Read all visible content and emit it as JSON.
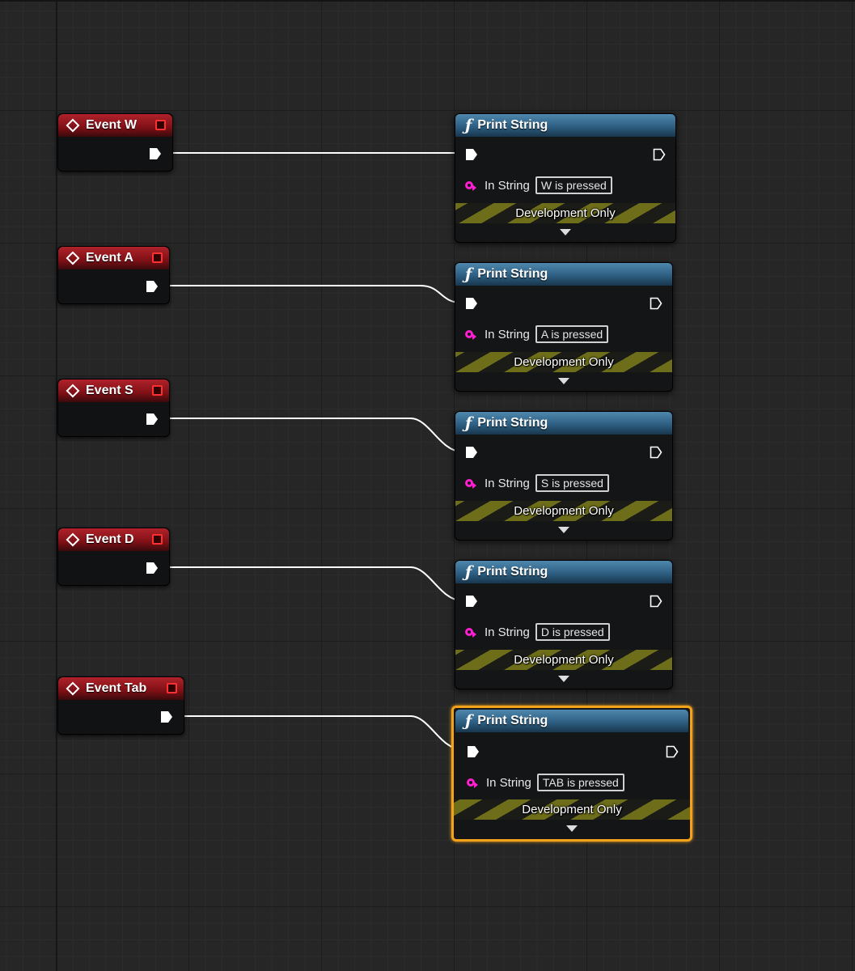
{
  "events": [
    {
      "title": "Event W"
    },
    {
      "title": "Event A"
    },
    {
      "title": "Event S"
    },
    {
      "title": "Event D"
    },
    {
      "title": "Event Tab"
    }
  ],
  "print_nodes": [
    {
      "title": "Print String",
      "param_label": "In String",
      "value": "W is pressed",
      "footer": "Development Only",
      "selected": false
    },
    {
      "title": "Print String",
      "param_label": "In String",
      "value": "A is pressed",
      "footer": "Development Only",
      "selected": false
    },
    {
      "title": "Print String",
      "param_label": "In String",
      "value": "S is pressed",
      "footer": "Development Only",
      "selected": false
    },
    {
      "title": "Print String",
      "param_label": "In String",
      "value": "D is pressed",
      "footer": "Development Only",
      "selected": false
    },
    {
      "title": "Print String",
      "param_label": "In String",
      "value": "TAB is pressed",
      "footer": "Development Only",
      "selected": true
    }
  ],
  "colors": {
    "event_header": "#a01820",
    "function_header": "#3a6f96",
    "string_pin": "#ff1fd1",
    "selection": "#f2a21b",
    "wire": "#ffffff"
  }
}
